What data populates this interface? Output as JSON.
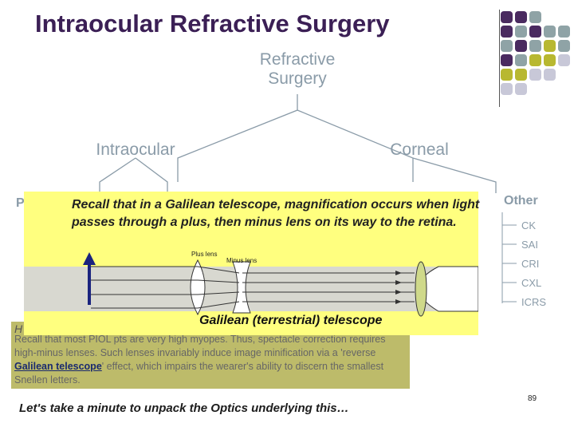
{
  "title": "Intraocular Refractive Surgery",
  "tree": {
    "root": "Refractive Surgery",
    "left": "Intraocular",
    "right": "Corneal",
    "pse_fragment": "Pse",
    "other": "Other",
    "other_items": [
      "CK",
      "SAI",
      "CRI",
      "CXL",
      "ICRS"
    ]
  },
  "text_box": {
    "heading_fragment": "H",
    "body_before": "Recall that most PIOL pts are very high myopes. Thus, spectacle correction requires high-minus lenses. Such lenses invariably induce image minification via a 'reverse ",
    "highlight": "Galilean telescope",
    "body_after": "' effect, which impairs the wearer's ability to discern the smallest Snellen letters."
  },
  "popup": {
    "caption_line1": "Recall that in a Galilean telescope, magnification occurs when light",
    "caption_line2": "passes through a plus, then minus lens on its way to the retina.",
    "plus_label": "Plus lens",
    "minus_label": "Minus lens",
    "diagram_label": "Galilean (terrestrial) telescope"
  },
  "footer": "Let's take a minute to unpack the Optics underlying this…",
  "page_number": "89",
  "colors": {
    "title": "#3b1f55",
    "node_text": "#8a9ba8",
    "popup_bg": "#ffff7f",
    "text_box_bg": "#bdbb6a",
    "arrow_blue": "#1a237e",
    "grid_purple": "#4a2a60",
    "grid_teal": "#8fa3a6",
    "grid_olive": "#b8b830",
    "grid_lavender": "#c8c8d8"
  }
}
